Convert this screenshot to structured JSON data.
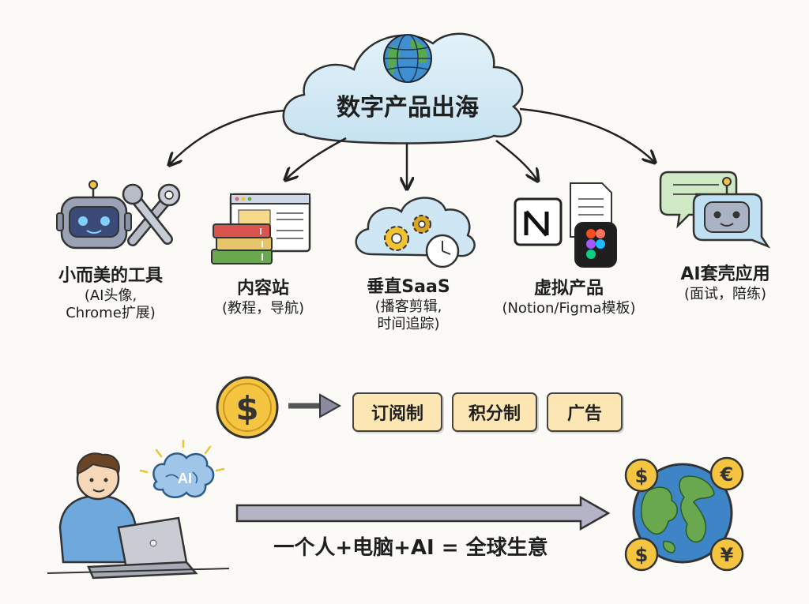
{
  "center": {
    "title": "数字产品出海"
  },
  "categories": [
    {
      "title": "小而美的工具",
      "sub1": "(AI头像,",
      "sub2": "Chrome扩展)"
    },
    {
      "title": "内容站",
      "sub1": "(教程，导航)"
    },
    {
      "title": "垂直SaaS",
      "sub1": "(播客剪辑,",
      "sub2": "时间追踪)"
    },
    {
      "title": "虚拟产品",
      "sub1": "(Notion/Figma模板)"
    },
    {
      "title": "AI套壳应用",
      "sub1": "(面试，陪练)"
    }
  ],
  "monetization": {
    "models": [
      "订阅制",
      "积分制",
      "广告"
    ]
  },
  "bottom": {
    "equation": "一个人+电脑+AI = 全球生意",
    "ai_badge": "AI",
    "currencies": [
      "$",
      "€",
      "$",
      "¥"
    ]
  }
}
